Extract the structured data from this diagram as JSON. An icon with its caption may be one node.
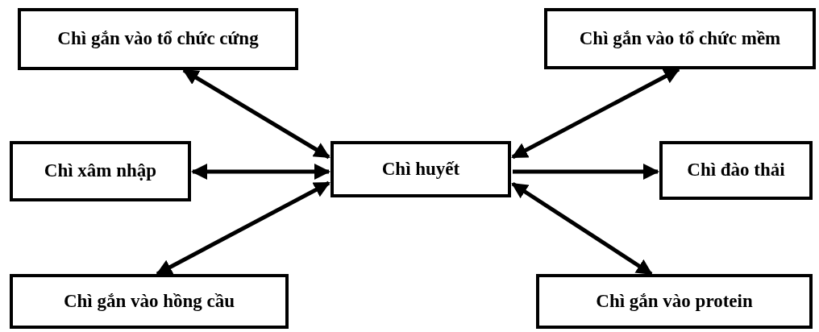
{
  "diagram": {
    "nodes": [
      {
        "text": [
          "Chì gắn vào tổ chức cứng"
        ]
      },
      {
        "text": [
          "Chì gắn vào tổ chức mềm"
        ]
      },
      {
        "text": [
          "Chì xâm nhập"
        ]
      },
      {
        "text": [
          "Chì huyết"
        ]
      },
      {
        "text": [
          "Chì đào thải"
        ]
      },
      {
        "text": [
          "Chì gắn vào hồng cầu"
        ]
      },
      {
        "text": [
          "Chì gắn vào protein"
        ]
      }
    ],
    "edges": [
      {
        "from": 3,
        "to": 0,
        "arrow": "both"
      },
      {
        "from": 3,
        "to": 1,
        "arrow": "both"
      },
      {
        "from": 3,
        "to": 2,
        "arrow": "both"
      },
      {
        "from": 3,
        "to": 4,
        "arrow": "to"
      },
      {
        "from": 3,
        "to": 5,
        "arrow": "both"
      },
      {
        "from": 3,
        "to": 6,
        "arrow": "both"
      }
    ]
  }
}
